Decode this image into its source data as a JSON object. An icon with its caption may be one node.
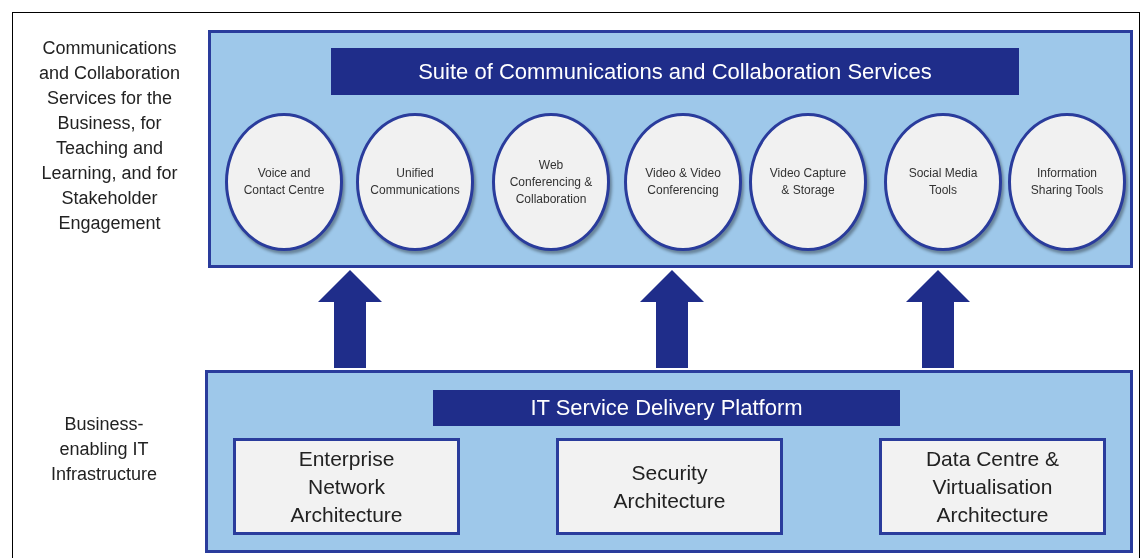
{
  "diagram": {
    "nodes": [
      {
        "text": [],
        "shape": "box",
        "beside": [
          "Communications and Collaboration Services for the Business, for Teaching and Learning, and for Stakeholder Engagement"
        ]
      },
      {
        "text": [
          "Suite of Communications and Collaboration Services"
        ],
        "in": 0
      },
      {
        "text": [
          "Voice and Contact Centre"
        ],
        "in": 0
      },
      {
        "text": [
          "Unified Communications"
        ],
        "in": 0
      },
      {
        "text": [
          "Web Conferencing & Collaboration"
        ],
        "in": 0
      },
      {
        "text": [
          "Video & Video Conferencing"
        ],
        "in": 0
      },
      {
        "text": [
          "Video Capture & Storage"
        ],
        "in": 0
      },
      {
        "text": [
          "Social Media Tools"
        ],
        "in": 0
      },
      {
        "text": [
          "Information Sharing Tools"
        ],
        "in": 0
      },
      {
        "text": [],
        "shape": "box",
        "beside": [
          "Business-enabling IT Infrastructure"
        ]
      },
      {
        "text": [
          "IT Service Delivery Platform"
        ],
        "in": 9
      },
      {
        "text": [
          "Enterprise Network Architecture"
        ],
        "in": 9
      },
      {
        "text": [
          "Security Architecture"
        ],
        "in": 9
      },
      {
        "text": [
          "Data Centre & Virtualisation Architecture"
        ],
        "in": 9
      }
    ],
    "edges": [
      {
        "from": 9,
        "to": 0,
        "arrow": "to",
        "style": "thick"
      },
      {
        "from": 9,
        "to": 0,
        "arrow": "to",
        "style": "thick"
      },
      {
        "from": 9,
        "to": 0,
        "arrow": "to",
        "style": "thick"
      }
    ]
  }
}
